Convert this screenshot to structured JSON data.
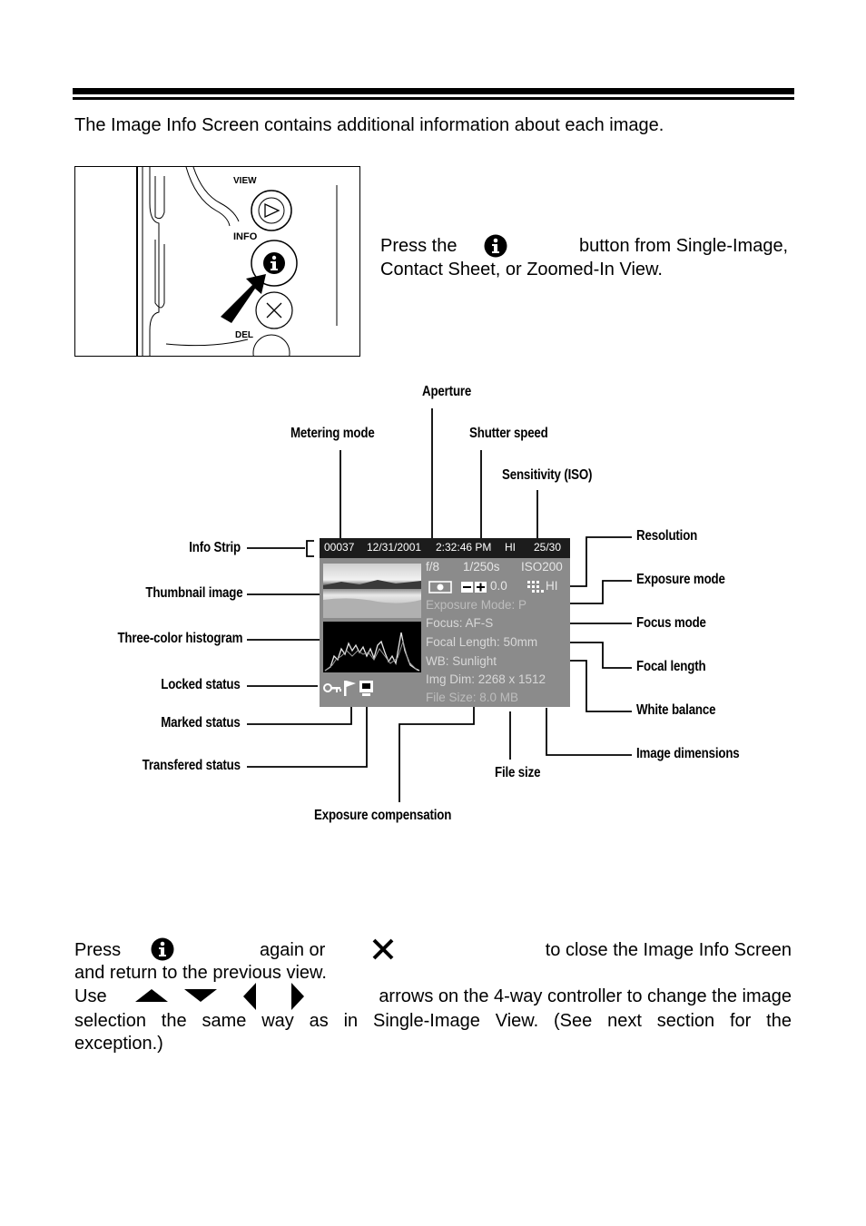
{
  "intro": "The Image Info Screen contains additional information about each image.",
  "camera": {
    "view_label": "VIEW",
    "info_label": "INFO",
    "del_label": "DEL"
  },
  "press_info": {
    "before": "Press the",
    "after": "button from Single-Image,",
    "line2": "Contact Sheet, or Zoomed-In View."
  },
  "diagram": {
    "labels": {
      "aperture": "Aperture",
      "metering_mode": "Metering mode",
      "shutter_speed": "Shutter speed",
      "sensitivity": "Sensitivity (ISO)",
      "info_strip": "Info Strip",
      "resolution": "Resolution",
      "thumbnail": "Thumbnail image",
      "exposure_mode": "Exposure mode",
      "histogram": "Three-color histogram",
      "focus_mode": "Focus mode",
      "focal_length": "Focal length",
      "locked": "Locked status",
      "white_balance": "White balance",
      "marked": "Marked status",
      "image_dimensions": "Image dimensions",
      "transfered": "Transfered status",
      "file_size": "File size",
      "exposure_comp": "Exposure compensation"
    },
    "screen": {
      "strip": {
        "frame": "00037",
        "date": "12/31/2001",
        "time": "2:32:46 PM",
        "quality": "HI",
        "count": "25/30"
      },
      "aperture": "f/8",
      "shutter": "1/250s",
      "iso": "ISO200",
      "comp": "0.0",
      "res": "HI",
      "exposure_mode": "Exposure Mode: P",
      "focus": "Focus: AF-S",
      "focal_length": "Focal Length: 50mm",
      "wb": "WB: Sunlight",
      "img_dim": "Img Dim: 2268 x 1512",
      "file_size": "File Size: 8.0 MB"
    }
  },
  "para1": {
    "press": "Press",
    "again_or": "again or",
    "close_text": "to close the Image Info Screen",
    "line2": "and return to the previous view."
  },
  "para2": {
    "use": "Use",
    "arrows_text": "arrows on the 4-way controller to change the image",
    "line2": "selection the same way as in Single-Image View.  (See next section for the",
    "line3": "exception.)"
  }
}
